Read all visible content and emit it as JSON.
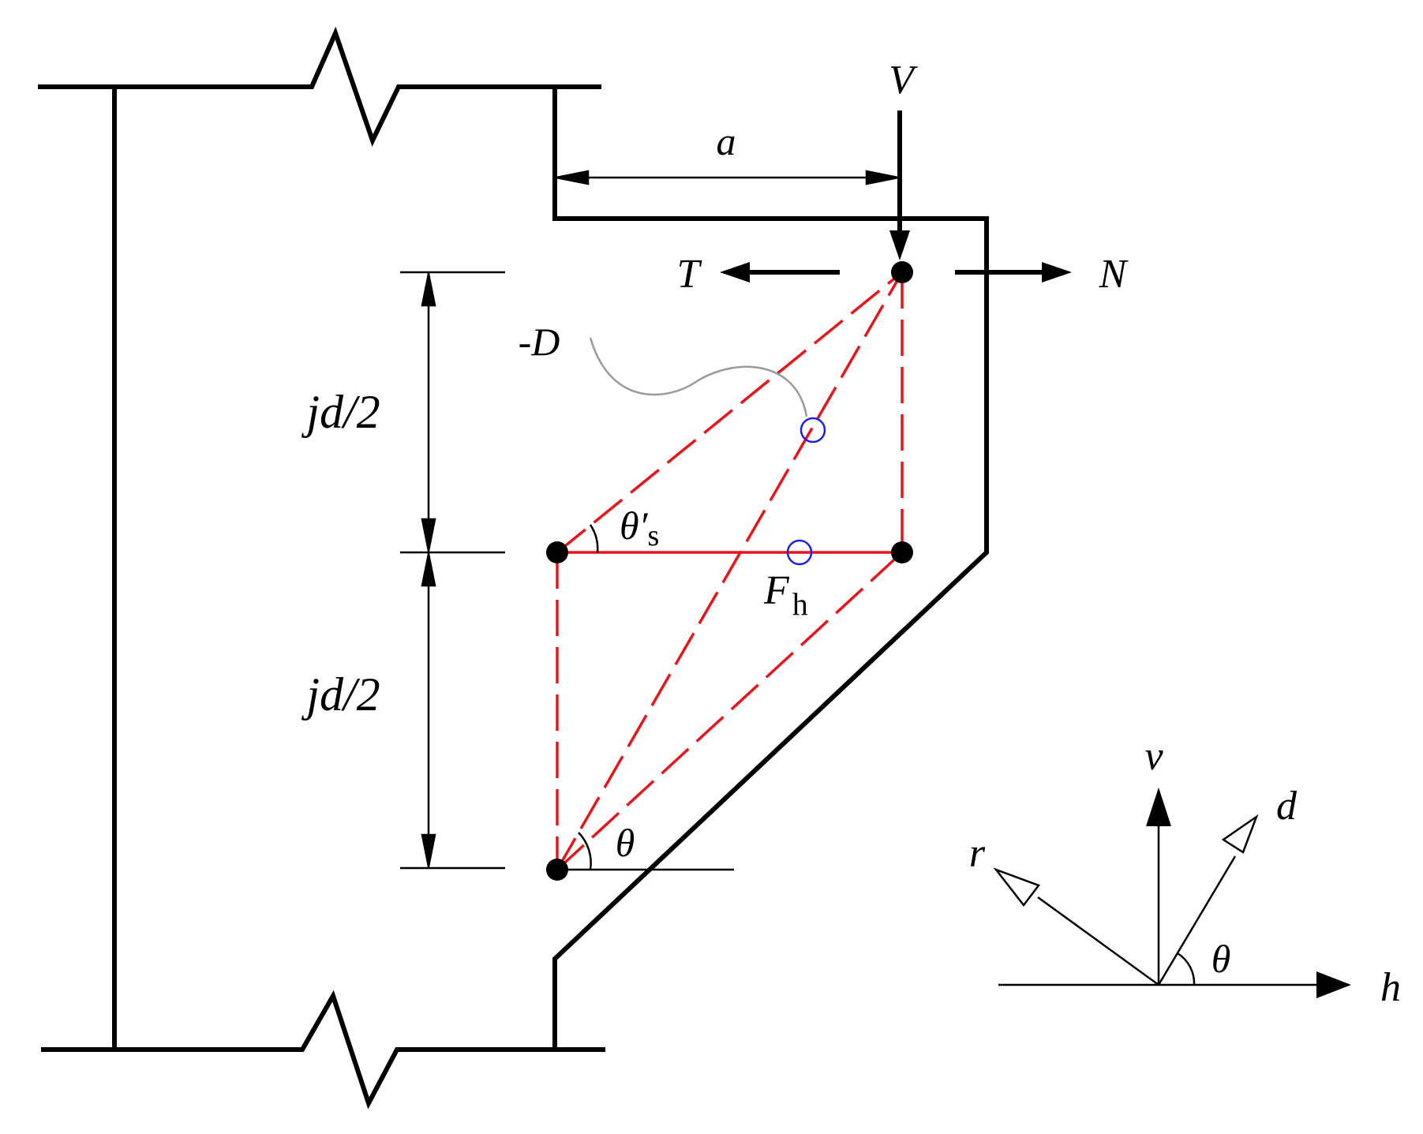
{
  "diagram": {
    "labels": {
      "V": "V",
      "a": "a",
      "T": "T",
      "N": "N",
      "neg_D": "-D",
      "jd_over_2_upper": "jd/2",
      "jd_over_2_lower": "jd/2",
      "theta_s_main": "θ′",
      "theta_s_sub": "s",
      "F_main": "F",
      "F_sub": "h",
      "theta_strut": "θ",
      "axis_v": "v",
      "axis_d": "d",
      "axis_r": "r",
      "axis_h": "h",
      "theta_axes": "θ"
    },
    "colors": {
      "outline": "#000000",
      "strut_tie": "#e8141b",
      "marker": "#1f1fe0",
      "leader": "#9a9a9a"
    }
  }
}
